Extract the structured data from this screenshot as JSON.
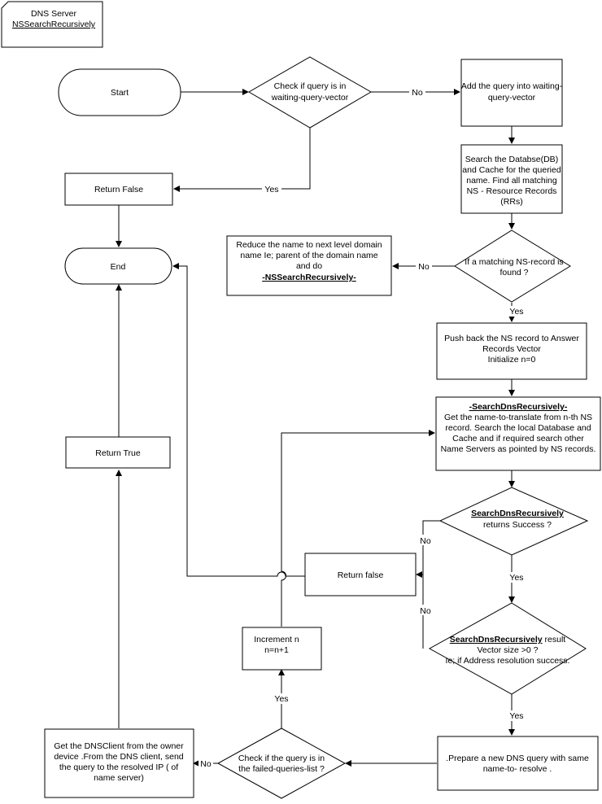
{
  "diagram": {
    "header": {
      "title": "DNS Server",
      "subtitle": "NSSearchRecursively"
    },
    "nodes": {
      "start": "Start",
      "check_waiting": [
        "Check if query is in",
        "waiting-query-vector"
      ],
      "add_query": [
        "Add the query into waiting-",
        "query-vector"
      ],
      "search_db": [
        "Search the Databse(DB)",
        "and Cache for the queried",
        "name. Find all matching",
        "NS - Resource Records",
        "(RRs)"
      ],
      "return_false_top": "Return False",
      "end": "End",
      "reduce_name": [
        "Reduce the name to next level domain",
        "name Ie; parent of the domain name",
        "and do"
      ],
      "reduce_name_call": "-NSSearchRecursively-",
      "matching_ns": [
        "If a matching NS-record is",
        "found ?"
      ],
      "push_back": [
        "Push back the NS record to Answer",
        "Records Vector",
        "Initialize n=0"
      ],
      "search_dns_title": "-SearchDnsRecursively-",
      "search_dns": [
        "Get the name-to-translate from n-th  NS",
        "record. Search the local Database and",
        "Cache and if required search other",
        "Name Servers as pointed by NS records."
      ],
      "return_true": "Return True",
      "returns_success_fn": "SearchDnsRecursively",
      "returns_success": "returns Success ?",
      "return_false_mid": "Return false",
      "result_fn": "SearchDnsRecursively",
      "result_suffix": " result",
      "result_lines": [
        "Vector size >0  ?",
        "Ie; if Address resolution success."
      ],
      "increment": [
        "Increment n",
        "n=n+1"
      ],
      "get_client": [
        "Get the DNSClient  from the owner",
        "device .From the DNS client, send",
        "the query to the resolved IP ( of",
        "name server)"
      ],
      "check_failed": [
        "Check if the query is in",
        "the failed-queries-list ?"
      ],
      "prepare": [
        ".Prepare a new DNS query with same",
        "name-to- resolve ."
      ]
    },
    "edge_labels": {
      "no": "No",
      "yes": "Yes"
    }
  }
}
